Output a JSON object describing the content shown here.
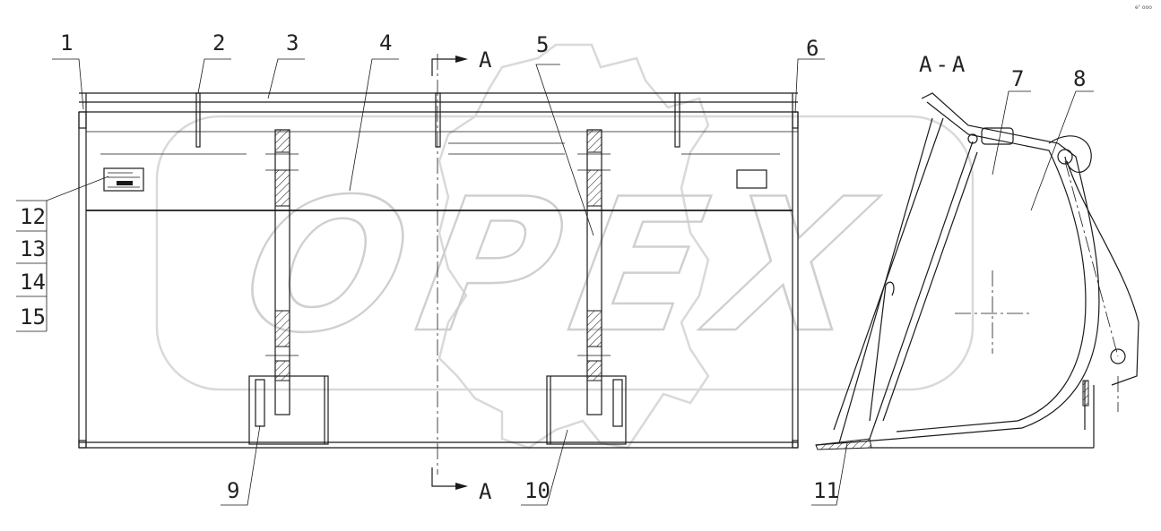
{
  "corner_mark": "eᵀ ooo",
  "section_title": "A-A",
  "section_arrow_label": "A",
  "watermark": "OPEX",
  "callouts": {
    "c1": "1",
    "c2": "2",
    "c3": "3",
    "c4": "4",
    "c5": "5",
    "c6": "6",
    "c7": "7",
    "c8": "8",
    "c9": "9",
    "c10": "10",
    "c11": "11",
    "c12": "12",
    "c13": "13",
    "c14": "14",
    "c15": "15"
  },
  "colors": {
    "line": "#1a1a1a",
    "watermark": "#d9d9d9"
  }
}
